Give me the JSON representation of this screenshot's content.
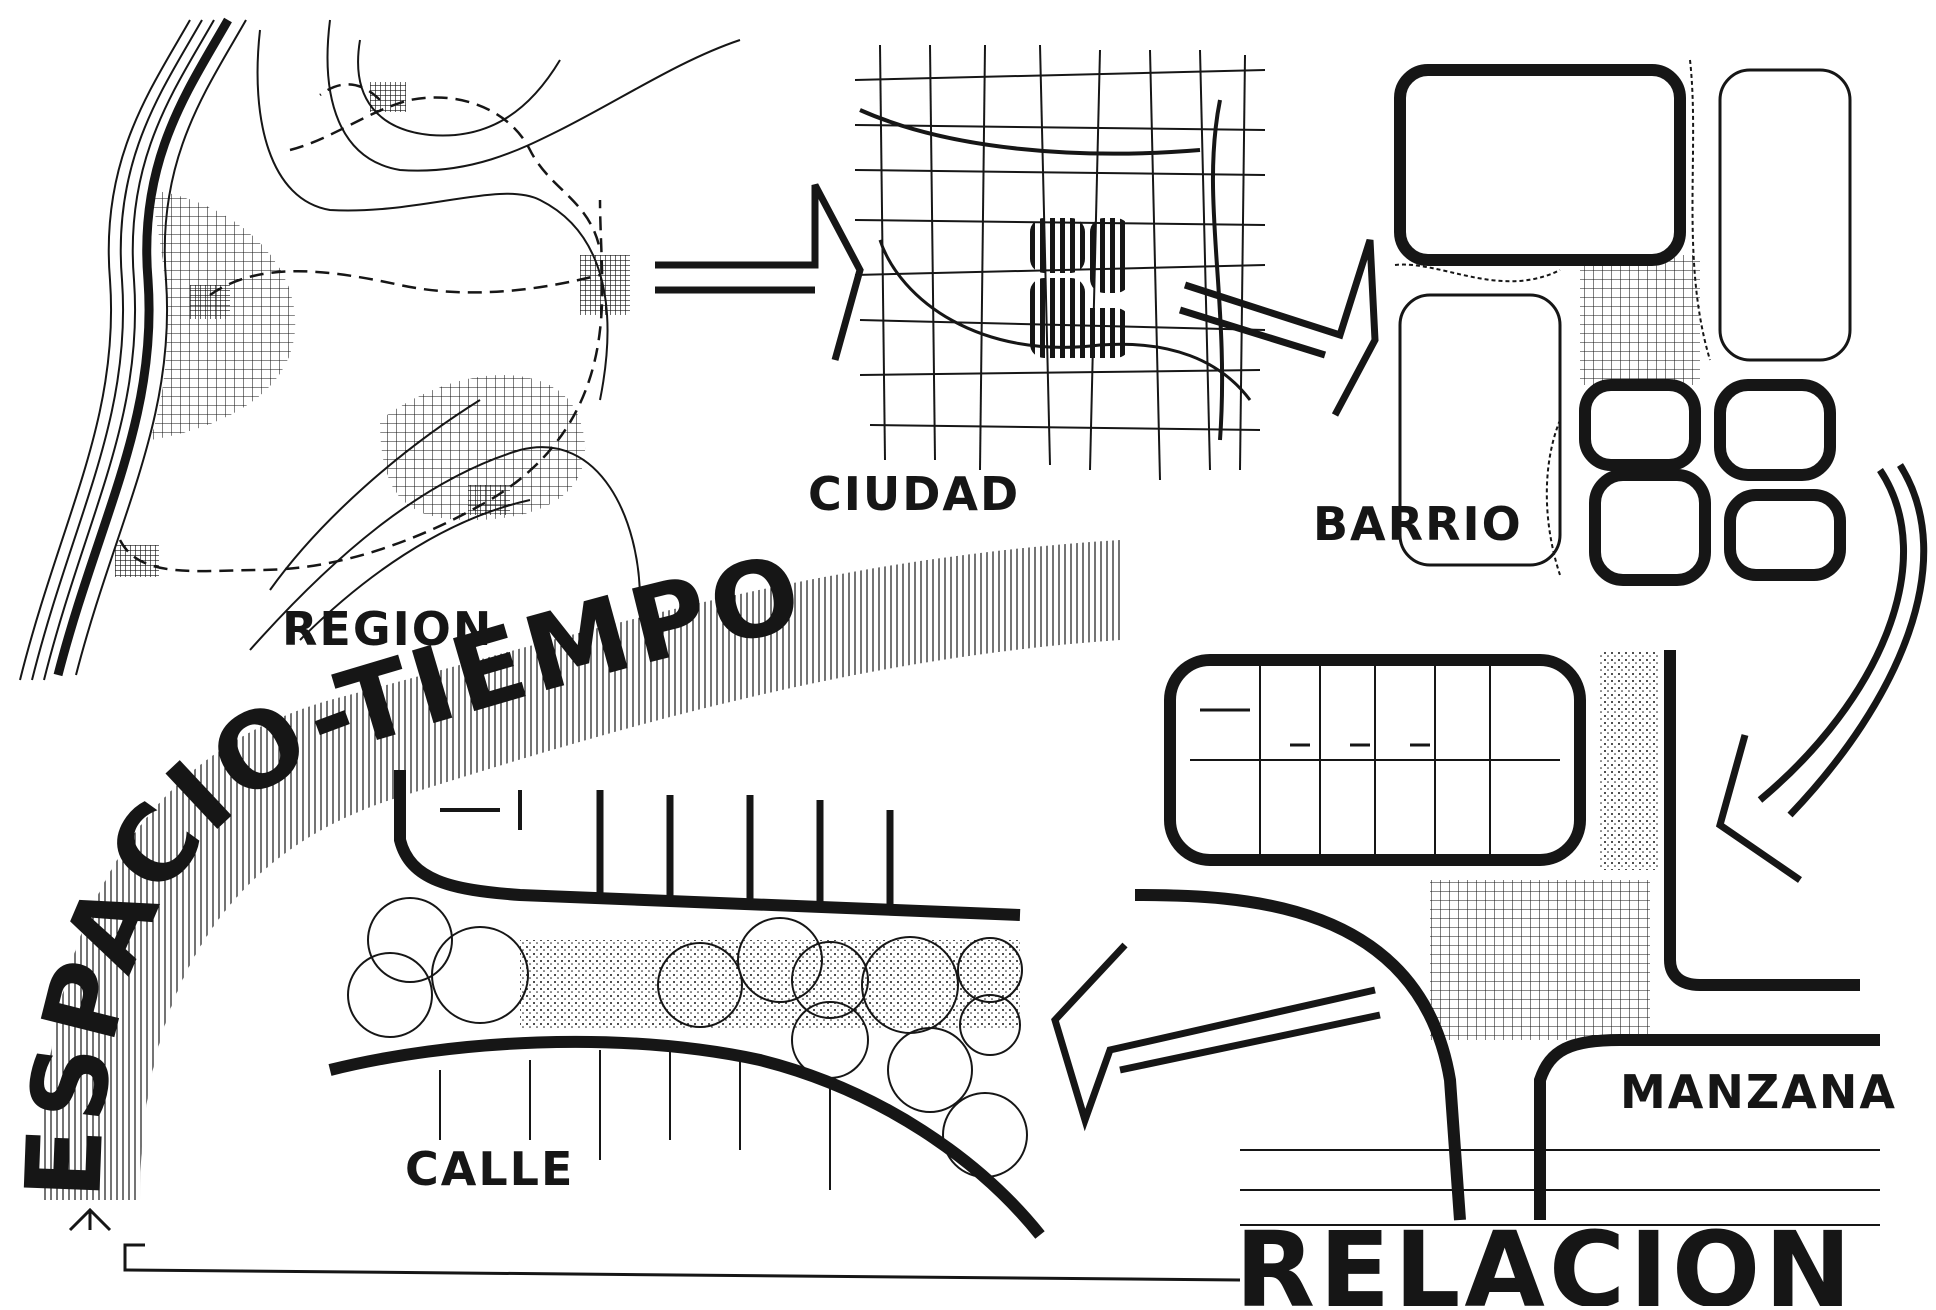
{
  "labels": {
    "region": "REGION",
    "ciudad": "CIUDAD",
    "barrio": "BARRIO",
    "manzana": "MANZANA",
    "calle": "CALLE",
    "relacion": "RELACION",
    "espacio_tiempo": "ESPACIO-TIEMPO"
  },
  "colors": {
    "ink": "#161616",
    "paper": "#ffffff"
  }
}
